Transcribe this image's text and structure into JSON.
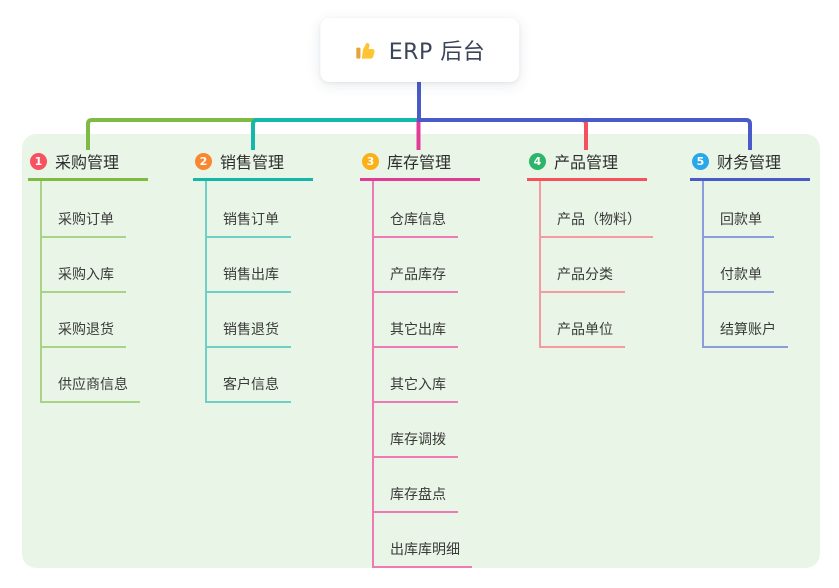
{
  "root": {
    "label": "ERP 后台",
    "icon": "thumbs-up-icon"
  },
  "branches": [
    {
      "number": "1",
      "label": "采购管理",
      "badge_color": "#f8515f",
      "line_color": "#7fba44",
      "light_color": "#a9d387",
      "children": [
        "采购订单",
        "采购入库",
        "采购退货",
        "供应商信息"
      ]
    },
    {
      "number": "2",
      "label": "销售管理",
      "badge_color": "#f9872f",
      "line_color": "#13b8ab",
      "light_color": "#6fcfc4",
      "children": [
        "销售订单",
        "销售出库",
        "销售退货",
        "客户信息"
      ]
    },
    {
      "number": "3",
      "label": "库存管理",
      "badge_color": "#fbb116",
      "line_color": "#e13a98",
      "light_color": "#ee79b4",
      "children": [
        "仓库信息",
        "产品库存",
        "其它出库",
        "其它入库",
        "库存调拨",
        "库存盘点",
        "出库库明细"
      ]
    },
    {
      "number": "4",
      "label": "产品管理",
      "badge_color": "#2db56a",
      "line_color": "#f4515c",
      "light_color": "#f59aa0",
      "children": [
        "产品（物料）",
        "产品分类",
        "产品单位"
      ]
    },
    {
      "number": "5",
      "label": "财务管理",
      "badge_color": "#2aa7e8",
      "line_color": "#4a5ac9",
      "light_color": "#8b9ddc",
      "children": [
        "回款单",
        "付款单",
        "结算账户"
      ]
    }
  ],
  "colors": {
    "panel_bg": "#e9f6e7",
    "root_line": "#4a5ac9",
    "root_text": "#3b4559",
    "thumb_hand": "#fdc433",
    "thumb_cuff": "#e8a33d"
  }
}
